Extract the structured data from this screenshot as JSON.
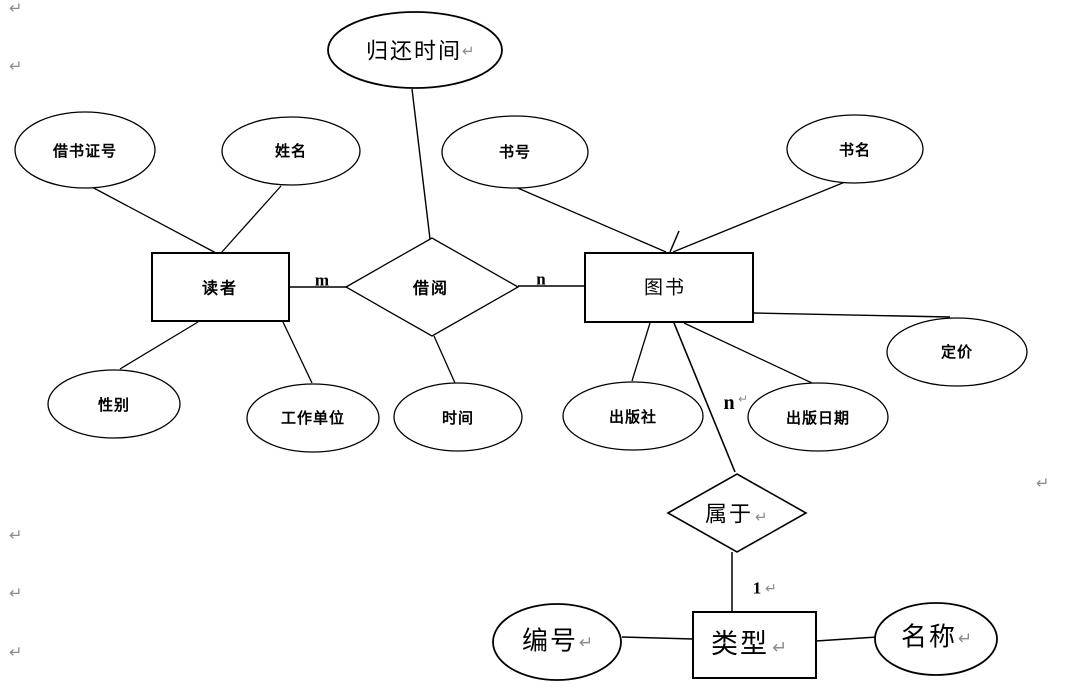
{
  "diagram": {
    "kind": "er-diagram",
    "language": "zh-CN"
  },
  "entities": {
    "reader": {
      "label": "读者"
    },
    "book": {
      "label": "图书"
    },
    "type": {
      "label": "类型"
    }
  },
  "relationships": {
    "borrow": {
      "label": "借阅",
      "reader_cardinality": "m",
      "book_cardinality": "n"
    },
    "belongs_to": {
      "label": "属于",
      "book_cardinality": "n",
      "type_cardinality": "1"
    }
  },
  "attributes": {
    "reader": {
      "card_no": {
        "label": "借书证号"
      },
      "name": {
        "label": "姓名"
      },
      "gender": {
        "label": "性别"
      },
      "work_unit": {
        "label": "工作单位"
      }
    },
    "borrow": {
      "return_time": {
        "label": "归还时间"
      },
      "time": {
        "label": "时间"
      }
    },
    "book": {
      "book_no": {
        "label": "书号"
      },
      "book_title": {
        "label": "书名"
      },
      "publisher": {
        "label": "出版社"
      },
      "publish_date": {
        "label": "出版日期"
      },
      "price": {
        "label": "定价"
      }
    },
    "type": {
      "number": {
        "label": "编号"
      },
      "name": {
        "label": "名称"
      }
    }
  },
  "marks": {
    "paragraph": "↵"
  },
  "colors": {
    "stroke": "#000000",
    "text": "#000000",
    "paragraph_mark": "#8c8c8c",
    "background": "#ffffff"
  }
}
